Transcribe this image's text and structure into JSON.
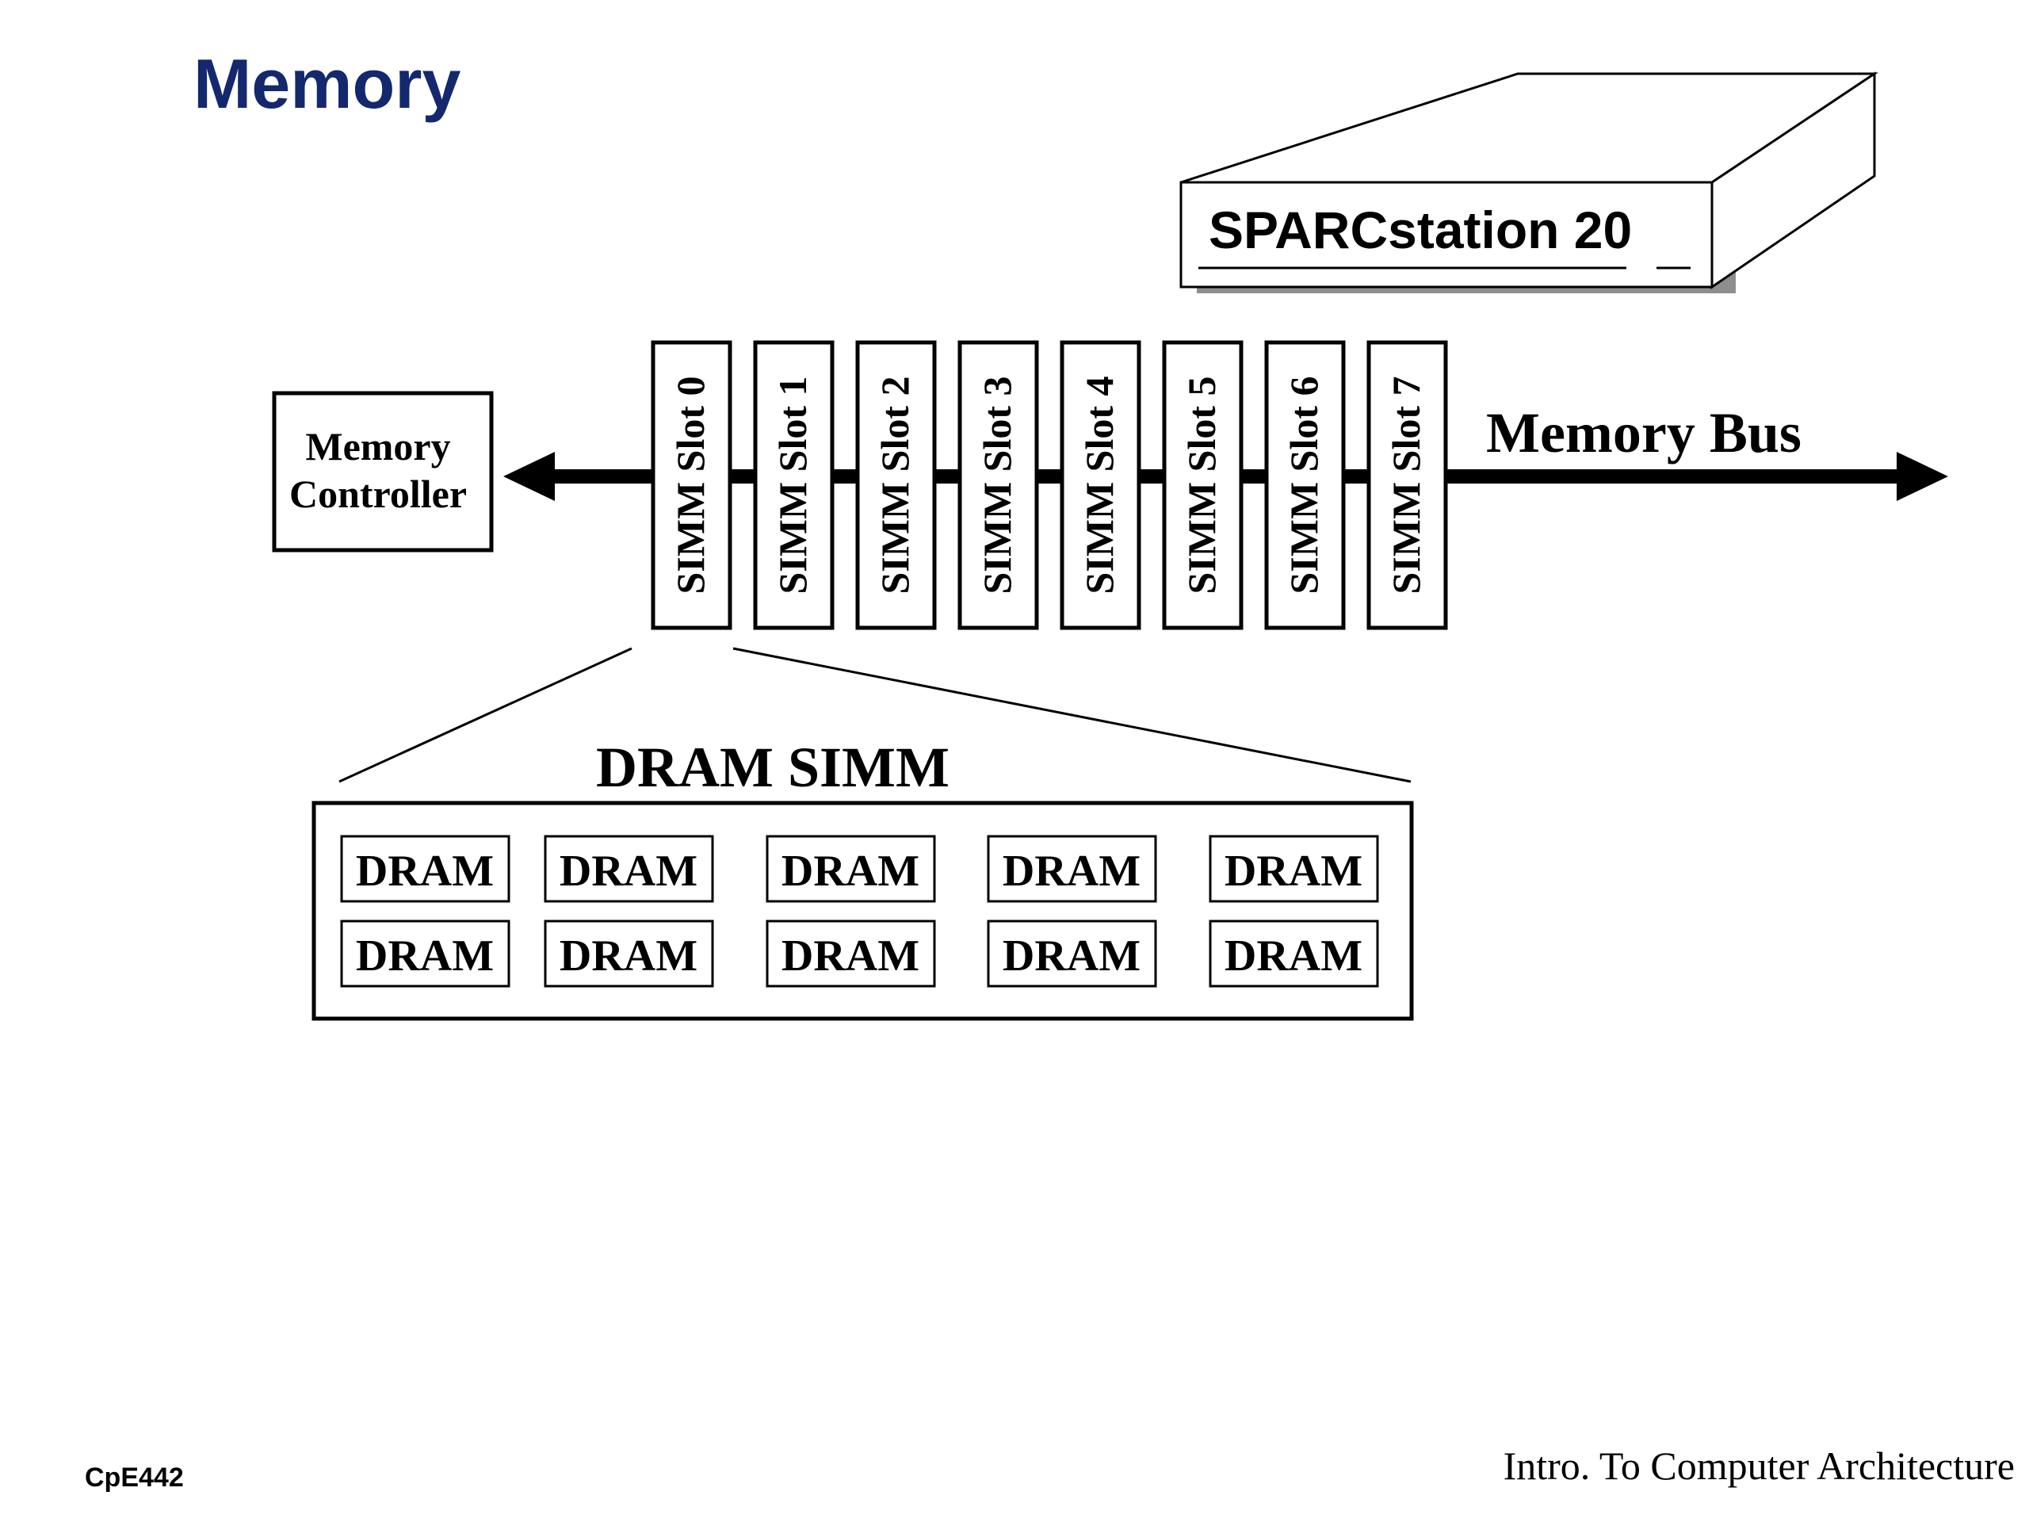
{
  "slide": {
    "title": "Memory"
  },
  "workstation": {
    "label": "SPARCstation 20"
  },
  "controller": {
    "line1": "Memory",
    "line2": "Controller"
  },
  "slots": [
    "SIMM Slot 0",
    "SIMM Slot 1",
    "SIMM Slot 2",
    "SIMM Slot 3",
    "SIMM Slot 4",
    "SIMM Slot 5",
    "SIMM Slot 6",
    "SIMM Slot 7"
  ],
  "bus": {
    "label": "Memory Bus"
  },
  "simm": {
    "title": "DRAM SIMM",
    "chips": [
      [
        "DRAM",
        "DRAM",
        "DRAM",
        "DRAM",
        "DRAM"
      ],
      [
        "DRAM",
        "DRAM",
        "DRAM",
        "DRAM",
        "DRAM"
      ]
    ]
  },
  "footer": {
    "left": "CpE442",
    "right": "Intro. To Computer Architecture"
  }
}
